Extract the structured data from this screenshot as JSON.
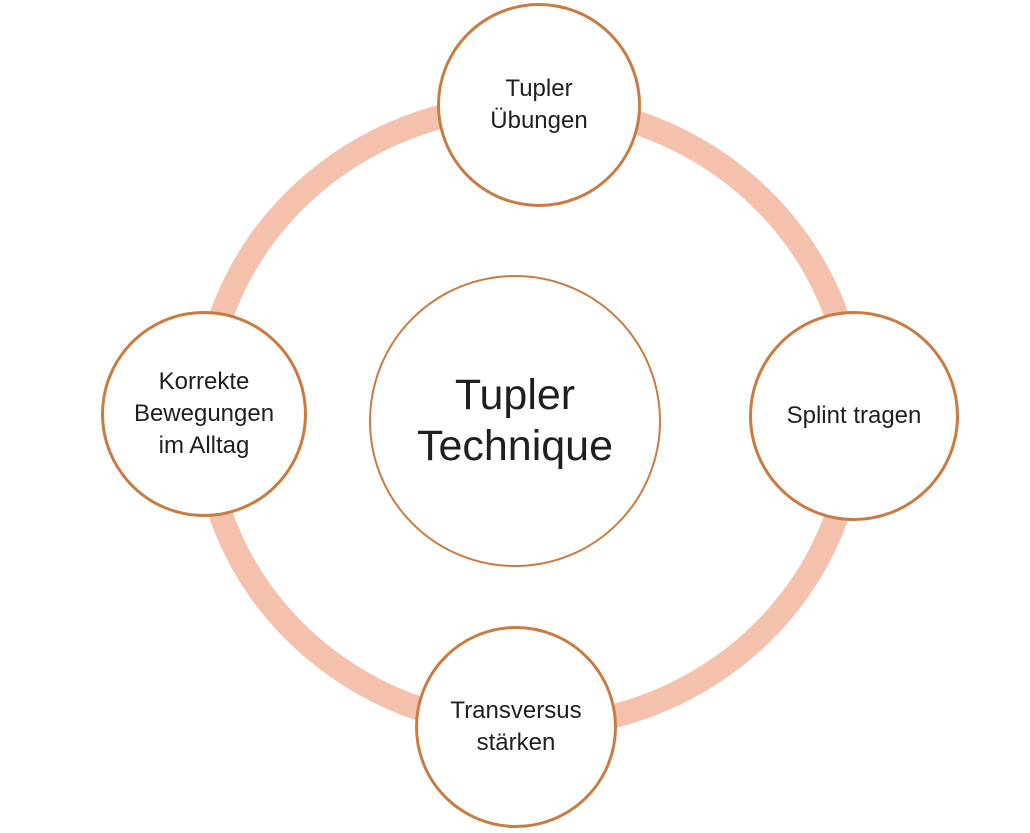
{
  "diagram": {
    "type": "cycle",
    "center": {
      "label": "Tupler\nTechnique"
    },
    "nodes": [
      {
        "id": "top",
        "position": "top",
        "label": "Tupler\nÜbungen"
      },
      {
        "id": "right",
        "position": "right",
        "label": "Splint tragen"
      },
      {
        "id": "bottom",
        "position": "bottom",
        "label": "Transversus\nstärken"
      },
      {
        "id": "left",
        "position": "left",
        "label": "Korrekte\nBewegungen\nim Alltag"
      }
    ],
    "colors": {
      "ring": "#F4C1AD",
      "circle_border": "#C87C44",
      "circle_fill": "#FFFFFF",
      "text": "#1F1F1F",
      "background": "#FFFFFF"
    }
  }
}
